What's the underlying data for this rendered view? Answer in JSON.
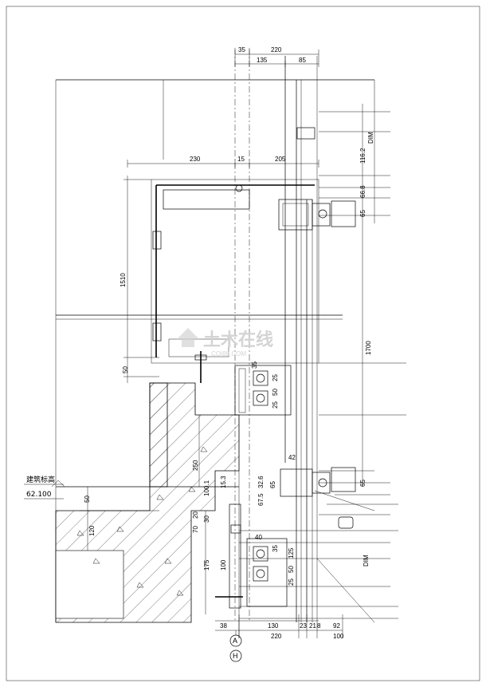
{
  "level": {
    "label": "建筑标高",
    "value": "62.100"
  },
  "axes": [
    "A",
    "H"
  ],
  "dimensions": {
    "top_35": "35",
    "top_220": "220",
    "top_135": "135",
    "top_85": "85",
    "top_230": "230",
    "top_15": "15",
    "top_205": "205",
    "right_116_2": "116.2",
    "right_dim": "DIM",
    "right_66_8": "66.8",
    "right_65": "65",
    "left_1510": "1510",
    "right_1700": "1700",
    "left_50": "50",
    "mid_35": "35",
    "mid_25": "25",
    "mid_50": "50",
    "mid_25b": "25",
    "left_250": "250",
    "mid_42": "42",
    "mid_32_6": "32.6",
    "mid_65": "65",
    "mid_100_1": "100.1",
    "mid_15_3": "15.3",
    "mid_67_5": "67.5",
    "mid_20": "20",
    "mid_30": "30",
    "mid_70": "70",
    "mid_40": "40",
    "left_50b": "50",
    "left_120": "120",
    "mid_175": "175",
    "mid_100": "100",
    "low_125": "125",
    "low_35": "35",
    "low_50": "50",
    "low_25": "25",
    "right_dim_b": "DIM",
    "bottom_38": "38",
    "bottom_130": "130",
    "bottom_23": "23",
    "bottom_21": "21",
    "bottom_8": "8",
    "bottom_92": "92",
    "bottom_220": "220",
    "bottom_100": "100",
    "right_65b": "65"
  },
  "watermark": {
    "text": "土木在线",
    "sub": "COI88.COM"
  }
}
